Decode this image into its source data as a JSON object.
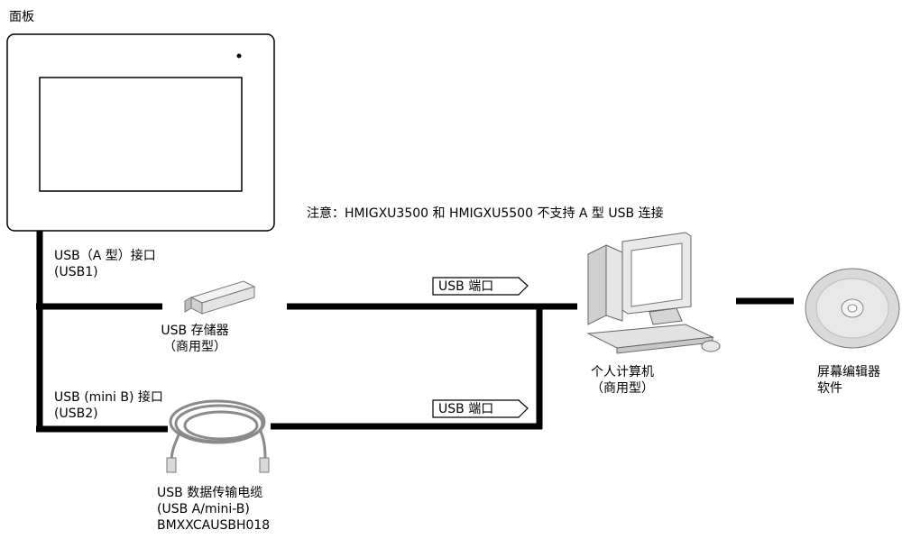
{
  "panel": {
    "label": "面板"
  },
  "note": "注意：HMIGXU3500 和 HMIGXU5500 不支持 A 型  USB 连接",
  "usb_a_port": {
    "line1": "USB（A 型）接口",
    "line2": "(USB1)"
  },
  "usb_mini_port": {
    "line1": "USB (mini B) 接口",
    "line2": "(USB2)"
  },
  "usb_storage": {
    "line1": "USB 存储器",
    "line2": "（商用型）"
  },
  "usb_cable": {
    "line1": "USB 数据传输电缆",
    "line2": "(USB A/mini-B)",
    "line3": "BMXXCAUSBH018"
  },
  "pc": {
    "line1": "个人计算机",
    "line2": "（商用型）"
  },
  "software": {
    "line1": "屏幕编辑器",
    "line2": "软件"
  },
  "port_tag_top": "USB 端口",
  "port_tag_bottom": "USB 端口"
}
